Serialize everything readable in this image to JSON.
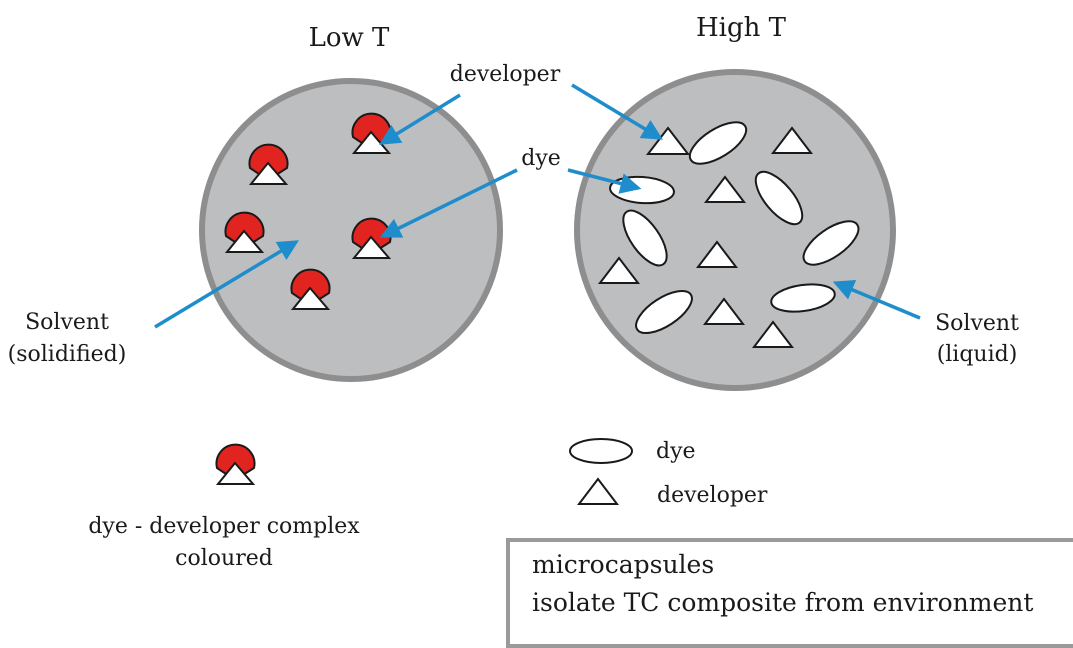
{
  "titles": {
    "low": "Low T",
    "high": "High T"
  },
  "labels": {
    "developer": "developer",
    "dye": "dye",
    "solvent_left_1": "Solvent",
    "solvent_left_2": "(solidified)",
    "solvent_right_1": "Solvent",
    "solvent_right_2": "(liquid)"
  },
  "legend": {
    "complex_1": "dye  - developer complex",
    "complex_2": "coloured",
    "dye": "dye",
    "developer": "developer"
  },
  "info_box": {
    "line1": "microcapsules",
    "line2": "isolate TC composite from environment"
  },
  "colors": {
    "capsule_fill": "#bdbec0",
    "capsule_border": "#8e8e8e",
    "dye_complex": "#e1241f",
    "arrow": "#1f8dcc"
  }
}
